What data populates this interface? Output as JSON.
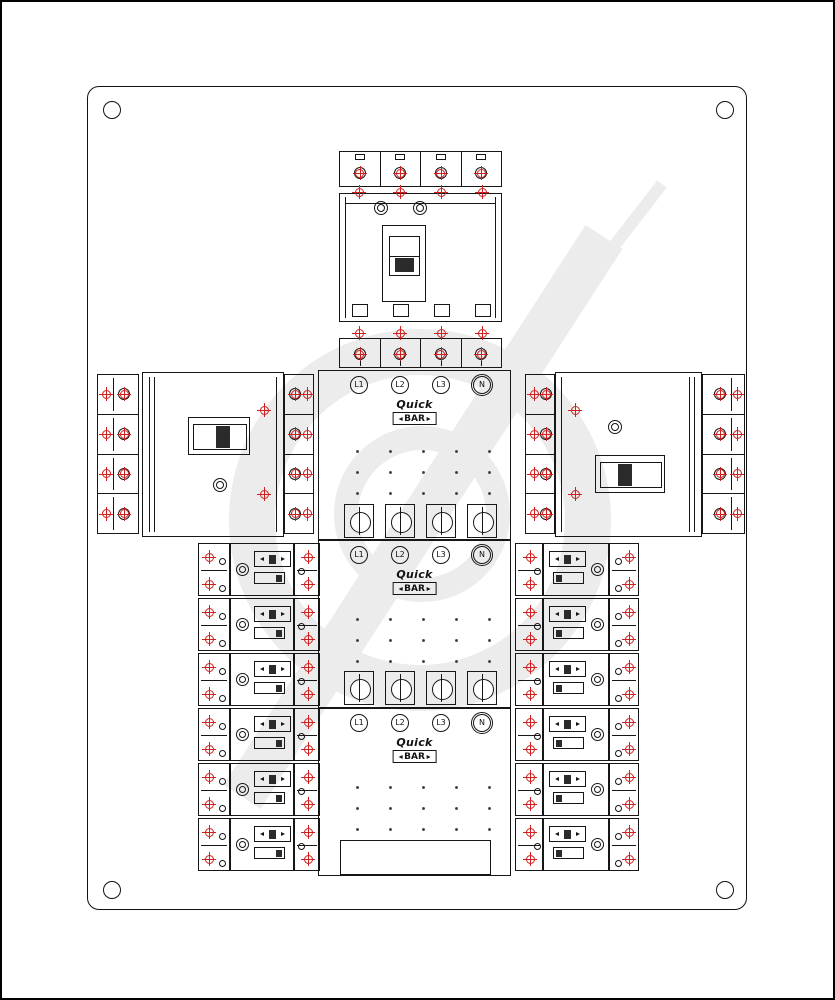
{
  "drawing": {
    "line_color": "#161616",
    "drill_marker_color": "#cf2020",
    "watermark_color": "#8f8f8f"
  },
  "busbars": [
    {
      "phases": [
        "L1",
        "L2",
        "L3",
        "N"
      ],
      "brand": "Quick",
      "model": "BAR"
    },
    {
      "phases": [
        "L1",
        "L2",
        "L3",
        "N"
      ],
      "brand": "Quick",
      "model": "BAR"
    },
    {
      "phases": [
        "L1",
        "L2",
        "L3",
        "N"
      ],
      "brand": "Quick",
      "model": "BAR"
    }
  ]
}
